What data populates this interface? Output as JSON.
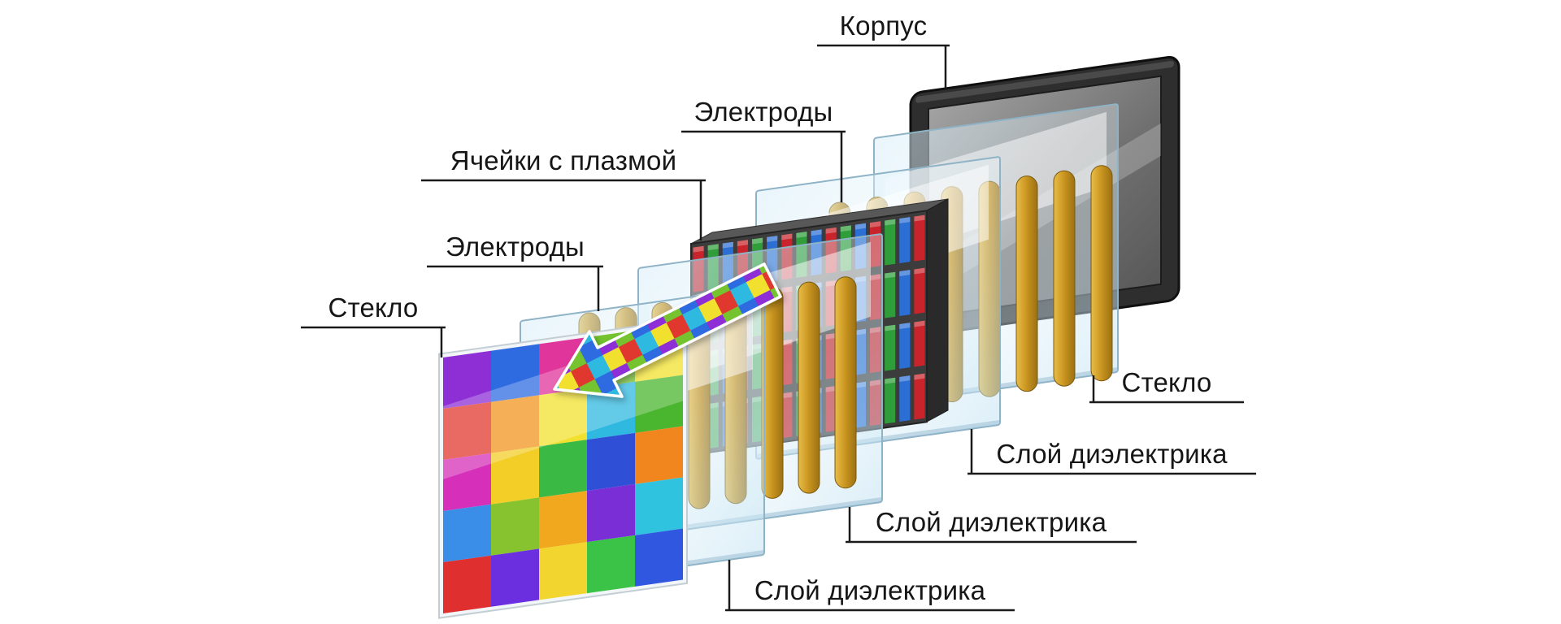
{
  "labels": {
    "korpus": "Корпус",
    "electrodes_back": "Электроды",
    "plasma_cells": "Ячейки с плазмой",
    "electrodes_front": "Электроды",
    "glass_front": "Стекло",
    "glass_back": "Стекло",
    "dielectric_back": "Слой диэлектрика",
    "dielectric_middle": "Слой диэлектрика",
    "dielectric_front": "Слой диэлектрика"
  },
  "screen": {
    "palette": [
      [
        "#8e2fd6",
        "#2f6be0",
        "#e0359b",
        "#74c32f",
        "#f2e02e"
      ],
      [
        "#e0392f",
        "#f2951e",
        "#f2e02e",
        "#2fb9e0",
        "#4ab52f"
      ],
      [
        "#d62fb9",
        "#f2ce27",
        "#3ab945",
        "#2f50d6",
        "#f2861e"
      ],
      [
        "#3a8ee8",
        "#86c32f",
        "#f2a81e",
        "#7a2fd6",
        "#2fc3e0"
      ],
      [
        "#e02f2f",
        "#6b2fe0",
        "#f2d52e",
        "#3ac346",
        "#2f57e0"
      ]
    ]
  },
  "plasma": {
    "stripe_colors": [
      "#c9242b",
      "#2f9e3a",
      "#2b6fd4"
    ],
    "columns": 16,
    "rows": 4
  },
  "electrodes": {
    "count_front": 8,
    "count_back": 8,
    "color": "#c8941f"
  },
  "colors": {
    "glass_tint": "#cfe8f5",
    "tv_frame": "#2b2b2b",
    "tv_screen": "#8a8a8a",
    "leader_line": "#1a1a1a"
  }
}
